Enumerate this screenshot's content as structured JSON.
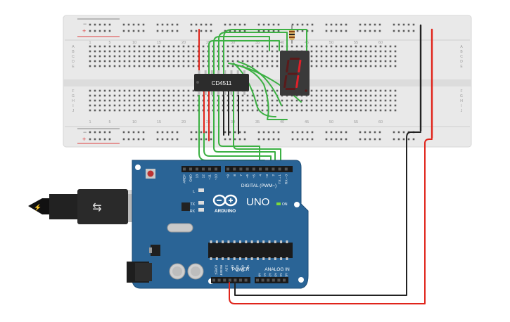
{
  "breadboard": {
    "column_labels": [
      "1",
      "5",
      "10",
      "15",
      "20",
      "25",
      "30",
      "35",
      "40",
      "45",
      "50",
      "55",
      "60"
    ],
    "row_labels_top": [
      "A",
      "B",
      "C",
      "D",
      "E"
    ],
    "row_labels_bottom": [
      "F",
      "G",
      "H",
      "I",
      "J"
    ],
    "rail_minus": "−",
    "rail_plus": "+"
  },
  "ic": {
    "label": "CD4511"
  },
  "display": {
    "digit": "1",
    "segment_on_color": "#e0202a",
    "segment_off_color": "#5a1a1a"
  },
  "arduino": {
    "logo_text": "ARDUINO",
    "model": "UNO",
    "on_label": "ON",
    "digital_label": "DIGITAL (PWM~)",
    "power_label": "POWER",
    "analog_label": "ANALOG IN",
    "led_labels": [
      "L",
      "TX",
      "RX"
    ],
    "digital_pins": [
      "AREF",
      "GND",
      "13",
      "12",
      "~11",
      "~10",
      "~9",
      "8",
      "7",
      "~6",
      "~5",
      "4",
      "~3",
      "2",
      "TX→1",
      "RX←0"
    ],
    "power_pins": [
      "IOREF",
      "RESET",
      "3.3V",
      "5V",
      "GND",
      "GND",
      "Vin"
    ],
    "analog_pins": [
      "A0",
      "A1",
      "A2",
      "A3",
      "A4",
      "A5"
    ],
    "board_color": "#2a6496"
  },
  "wire_colors": {
    "green": "#3cb043",
    "red": "#e0241b",
    "black": "#222222"
  }
}
